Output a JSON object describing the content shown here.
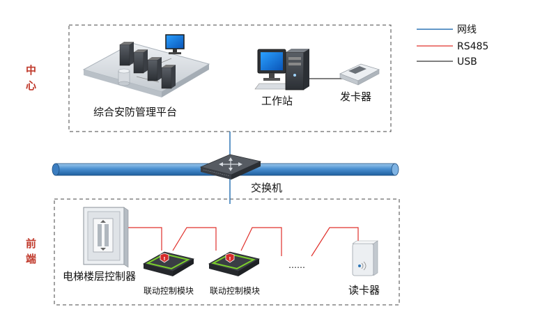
{
  "legend": [
    {
      "label": "网线",
      "color": "#2e75b6"
    },
    {
      "label": "RS485",
      "color": "#e0302b"
    },
    {
      "label": "USB",
      "color": "#333333"
    }
  ],
  "zones": {
    "center_chars": [
      "中",
      "心"
    ],
    "front_chars": [
      "前",
      "端"
    ]
  },
  "nodes": {
    "platform": "综合安防管理平台",
    "workstation": "工作站",
    "card_issuer": "发卡器",
    "switch": "交换机",
    "elevator_controller": "电梯楼层控制器",
    "module_1": "联动控制模块",
    "module_2": "联动控制模块",
    "ellipsis": "……",
    "card_reader": "读卡器"
  },
  "colors": {
    "network_line": "#2e75b6",
    "rs485_line": "#e0302b",
    "usb_line": "#333333",
    "zone_label": "#c0392b",
    "dashed_border": "#444444"
  }
}
